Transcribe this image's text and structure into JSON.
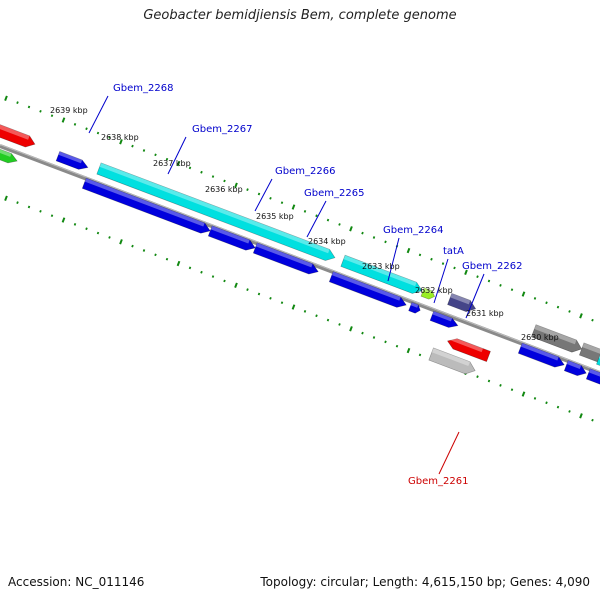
{
  "title": "Geobacter bemidjiensis Bem, complete genome",
  "footer": {
    "accession": "Accession: NC_011146",
    "summary": "Topology: circular; Length: 4,615,150 bp; Genes: 4,090"
  },
  "colors": {
    "gene_blue": "#0000dd",
    "gene_cyan": "#00e0e0",
    "gene_red": "#ee0000",
    "gene_green": "#22cc22",
    "gene_lime": "#99ee22",
    "gene_slate": "#444488",
    "gene_gray": "#777777",
    "gene_silver": "#bbbbbb",
    "tick_green": "#118811",
    "label_blue": "#0000cc",
    "label_red": "#cc0000"
  },
  "kbp_labels": [
    "2639 kbp",
    "2638 kbp",
    "2637 kbp",
    "2636 kbp",
    "2635 kbp",
    "2634 kbp",
    "2633 kbp",
    "2632 kbp",
    "2631 kbp",
    "2630 kbp"
  ],
  "gene_labels": [
    "Gbem_2268",
    "Gbem_2267",
    "Gbem_2266",
    "Gbem_2265",
    "Gbem_2264",
    "tatA",
    "Gbem_2262",
    "Gbem_2261"
  ]
}
